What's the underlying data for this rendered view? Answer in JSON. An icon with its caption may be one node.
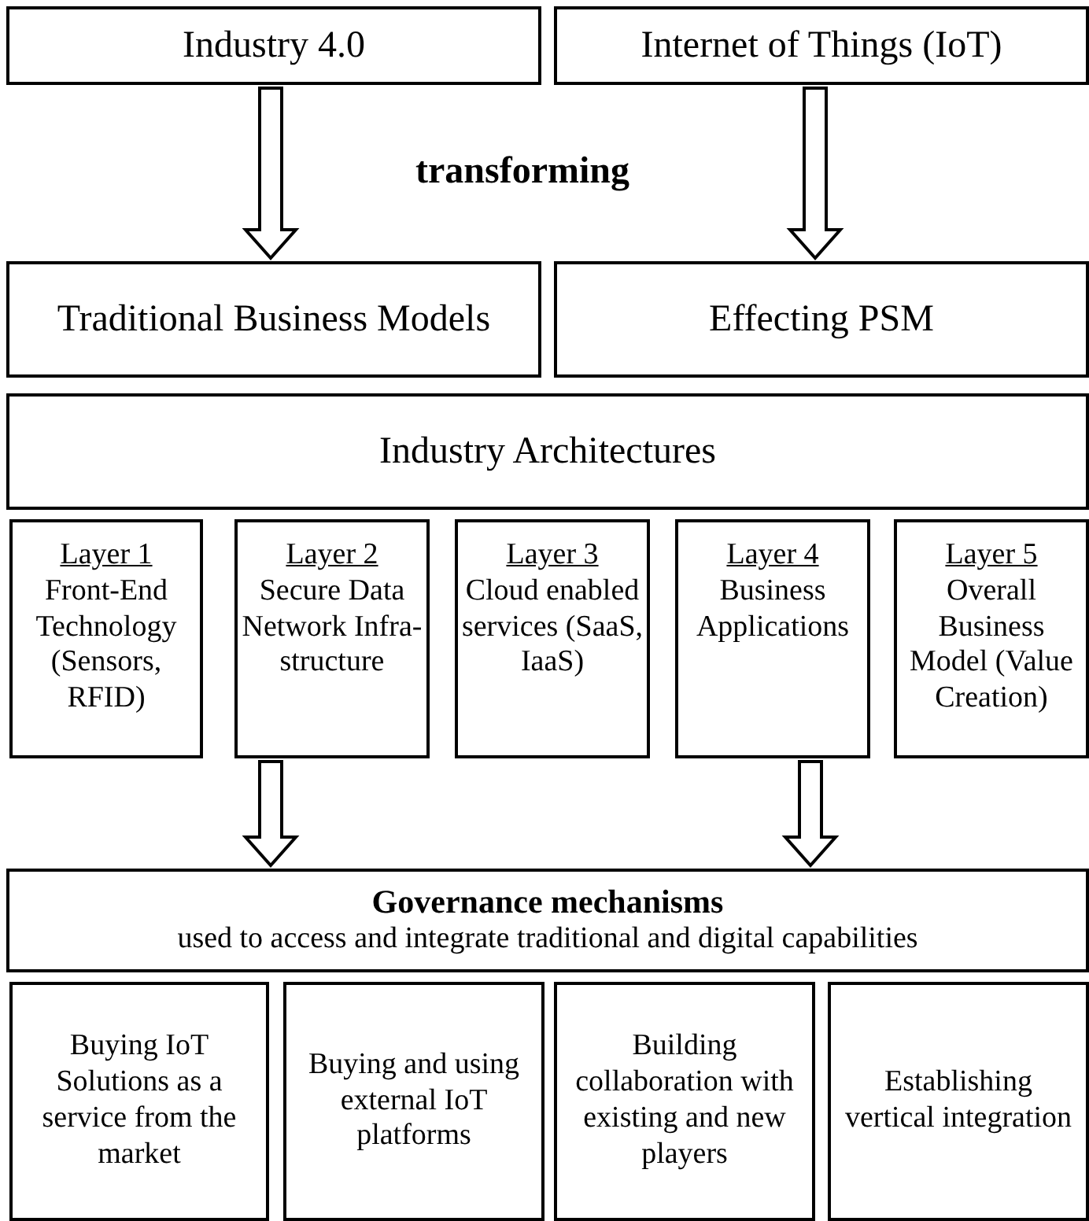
{
  "diagram": {
    "nodes": [
      {
        "text": [
          "Industry 4.0"
        ]
      },
      {
        "text": [
          "Internet of Things (IoT)"
        ]
      },
      {
        "text": [
          "Traditional Business Models"
        ]
      },
      {
        "text": [
          "Effecting PSM"
        ]
      },
      {
        "text": [
          "Industry Architectures"
        ]
      },
      {
        "text": [
          "Layer 1",
          "Front-End Technology (Sensors, RFID)"
        ]
      },
      {
        "text": [
          "Layer 2",
          "Secure Data Network Infra-structure"
        ]
      },
      {
        "text": [
          "Layer 3",
          "Cloud enabled services (SaaS, IaaS)"
        ]
      },
      {
        "text": [
          "Layer 4",
          "Business Applications"
        ]
      },
      {
        "text": [
          "Layer 5",
          "Overall Business Model (Value Creation)"
        ]
      },
      {
        "text": [
          "Governance mechanisms",
          "used to access and integrate traditional and digital capabilities"
        ]
      },
      {
        "text": [
          "Buying IoT Solutions as a service from the market"
        ]
      },
      {
        "text": [
          "Buying and using external IoT platforms"
        ]
      },
      {
        "text": [
          "Building collaboration with existing and new players"
        ]
      },
      {
        "text": [
          "Establishing vertical integration"
        ]
      }
    ],
    "edges": [
      {
        "from": 0,
        "to": 2,
        "arrow": "to"
      },
      {
        "from": 1,
        "to": 3,
        "arrow": "to"
      },
      {
        "from": 6,
        "to": 10,
        "arrow": "to"
      },
      {
        "from": 8,
        "to": 10,
        "arrow": "to"
      }
    ],
    "labels": [
      "transforming"
    ]
  }
}
